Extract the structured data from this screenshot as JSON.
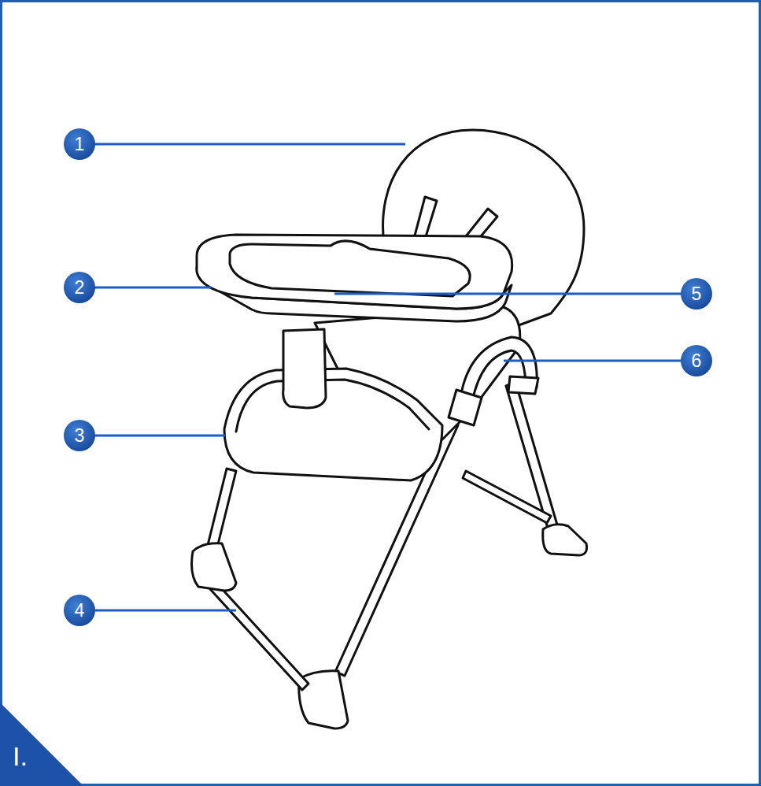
{
  "diagram": {
    "labels": [
      "1",
      "2",
      "5",
      "6",
      "3",
      "4",
      "I."
    ]
  }
}
